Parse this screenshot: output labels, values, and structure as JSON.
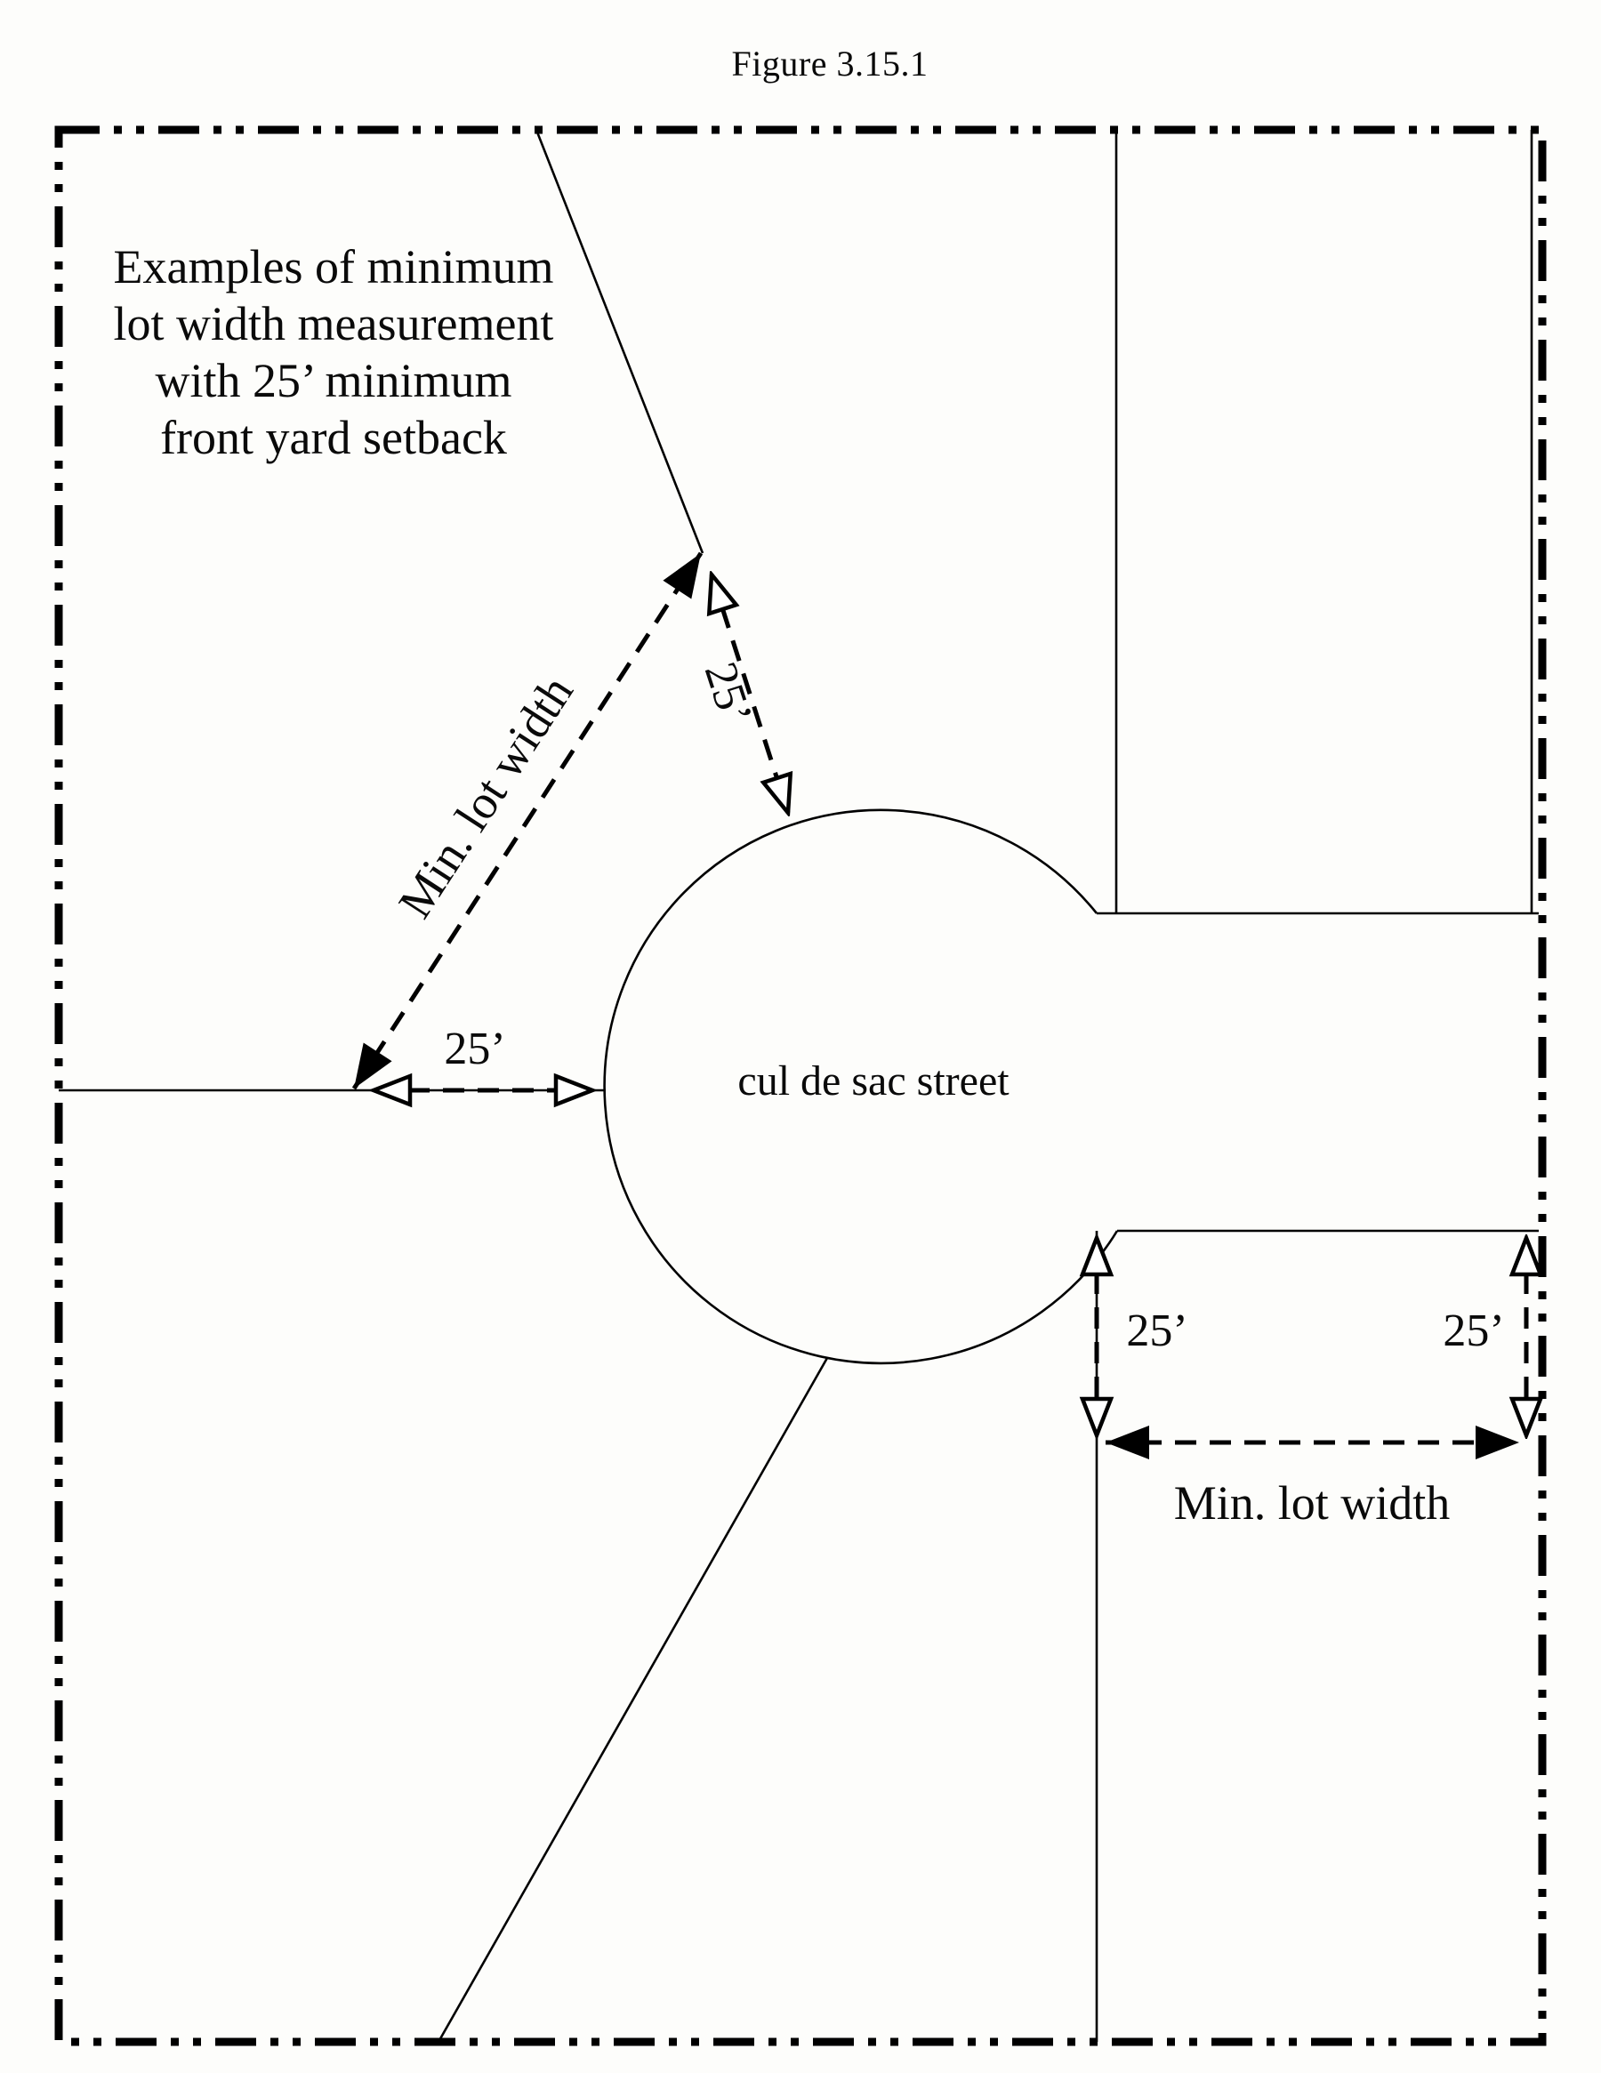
{
  "figure": {
    "title": "Figure 3.15.1",
    "description": {
      "line1": "Examples of minimum",
      "line2": "lot width measurement",
      "line3": "with 25’ minimum",
      "line4": "front yard setback"
    },
    "street_label": "cul de sac street",
    "measurements": {
      "min_lot_width_upper": "Min. lot width",
      "setback_upper": "25’",
      "setback_left": "25’",
      "setback_lower_left": "25’",
      "setback_lower_right": "25’",
      "min_lot_width_lower": "Min. lot width"
    },
    "colors": {
      "line": "#000000",
      "background": "#fdfdfb"
    }
  }
}
